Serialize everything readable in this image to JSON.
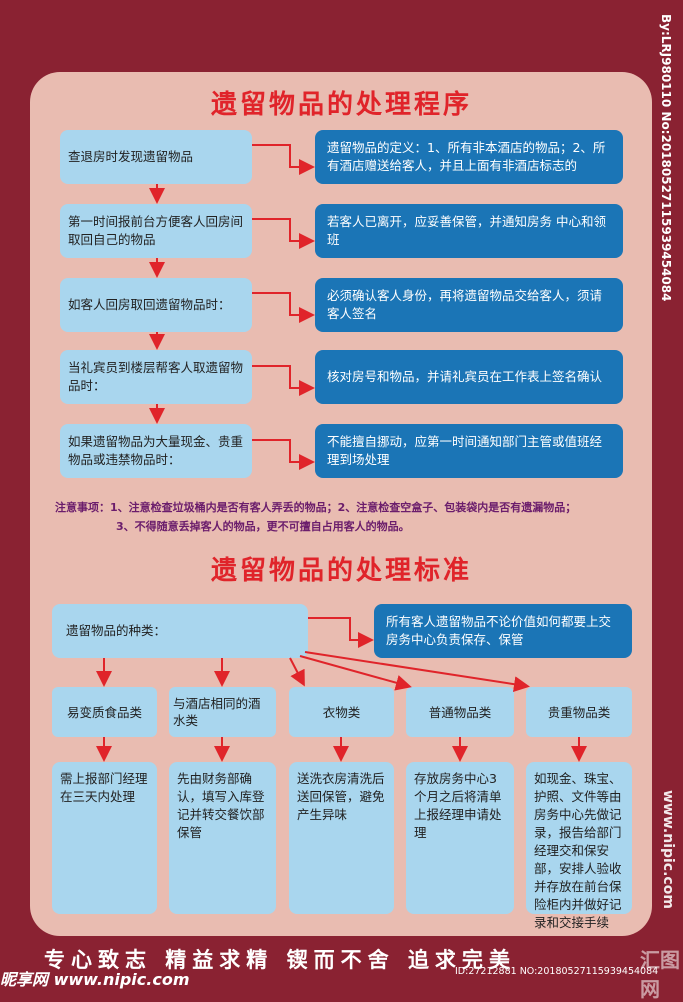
{
  "title1": "遗留物品的处理程序",
  "flow": [
    {
      "left": "查退房时发现遗留物品",
      "right": "遗留物品的定义：1、所有非本酒店的物品；2、所有酒店赠送给客人，并且上面有非酒店标志的"
    },
    {
      "left": "第一时间报前台方便客人回房间取回自己的物品",
      "right": "若客人已离开，应妥善保管，并通知房务 中心和领班"
    },
    {
      "left": "如客人回房取回遗留物品时：",
      "right": "必须确认客人身份，再将遗留物品交给客人，须请客人签名"
    },
    {
      "left": "当礼宾员到楼层帮客人取遗留物品时：",
      "right": "核对房号和物品，并请礼宾员在工作表上签名确认"
    },
    {
      "left": "如果遗留物品为大量现金、贵重物品或违禁物品时：",
      "right": "不能擅自挪动，应第一时间通知部门主管或值班经理到场处理"
    }
  ],
  "notes": {
    "line1": "注意事项：1、注意检查垃圾桶内是否有客人弄丢的物品；2、注意检查空盒子、包装袋内是否有遗漏物品；",
    "line2": "3、不得随意丢掉客人的物品，更不可擅自占用客人的物品。"
  },
  "title2": "遗留物品的处理标准",
  "types_label": "遗留物品的种类：",
  "types_note": "所有客人遗留物品不论价值如何都要上交房务中心负责保存、保管",
  "categories": [
    {
      "name": "易变质食品类",
      "handling": "需上报部门经理在三天内处理"
    },
    {
      "name": "与酒店相同的酒水类",
      "handling": "先由财务部确认，填写入库登记并转交餐饮部保管"
    },
    {
      "name": "衣物类",
      "handling": "送洗衣房清洗后送回保管，避免产生异味"
    },
    {
      "name": "普通物品类",
      "handling": "存放房务中心3个月之后将清单上报经理申请处理"
    },
    {
      "name": "贵重物品类",
      "handling": "如现金、珠宝、护照、文件等由房务中心先做记录，报告给部门经理交和保安部，安排人验收并存放在前台保险柜内并做好记录和交接手续"
    }
  ],
  "slogan": "专心致志  精益求精  锲而不舍  追求完美",
  "watermark": {
    "side": "By:LRJ980110 No:20180527115939454084",
    "site": "www.nipic.com",
    "logo": "昵享网 www.nipic.com",
    "id": "ID:27212881 NO:20180527115939454084",
    "corner": "汇图网"
  },
  "colors": {
    "background": "#8a2232",
    "panel": "#e9bcb1",
    "light_box": "#a9d6ee",
    "dark_box": "#1b75b6",
    "title": "#e0242a",
    "arrow": "#e0242a"
  }
}
